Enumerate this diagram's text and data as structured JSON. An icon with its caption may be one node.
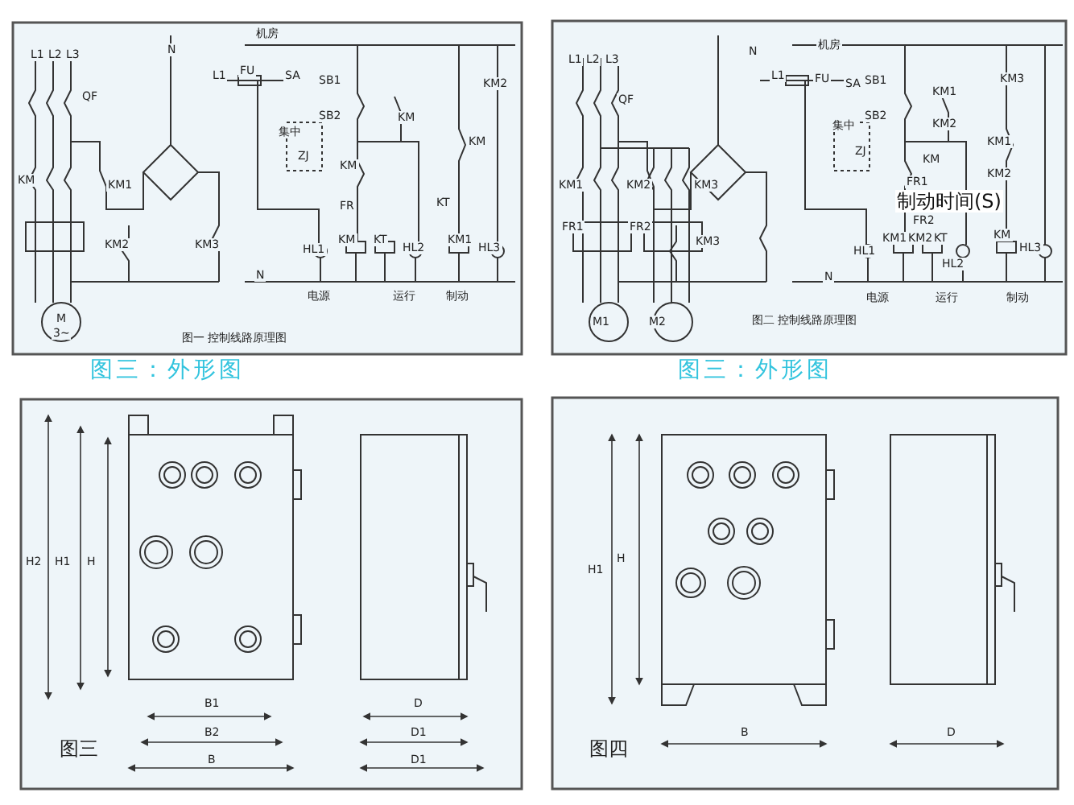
{
  "diagram": {
    "labels": [
      "L1",
      "L2",
      "L3",
      "QF",
      "KM",
      "KM1",
      "N",
      "KM2",
      "KM3",
      "M",
      "3~",
      "机房",
      "L1",
      "FU",
      "SA",
      "SB1",
      "SB2",
      "KM",
      "KM2",
      "集中",
      "ZJ",
      "KM",
      "KM",
      "FR",
      "KT",
      "HL1",
      "KM",
      "KT",
      "HL2",
      "KM1",
      "HL3",
      "N",
      "电源",
      "运行",
      "制动",
      "图一 控制线路原理图",
      "L1",
      "L2",
      "L3",
      "QF",
      "KM1",
      "FR1",
      "KM2",
      "FR2",
      "KM3",
      "KM3",
      "N",
      "M1",
      "M2",
      "机房",
      "L1",
      "FU",
      "SA",
      "SB1",
      "SB2",
      "KM1",
      "KM2",
      "KM3",
      "集中",
      "ZJ",
      "KM",
      "KM1",
      "KM2",
      "FR1",
      "制动时间(S)",
      "FR2",
      "HL1",
      "KM1",
      "KM2",
      "KT",
      "HL2",
      "KM",
      "HL3",
      "N",
      "电源",
      "运行",
      "制动",
      "图二 控制线路原理图",
      "图三：外形图",
      "图三：外形图",
      "H2",
      "H1",
      "H",
      "B1",
      "B2",
      "B",
      "D",
      "D1",
      "D1",
      "图三",
      "H1",
      "H",
      "B",
      "D",
      "图四"
    ]
  }
}
